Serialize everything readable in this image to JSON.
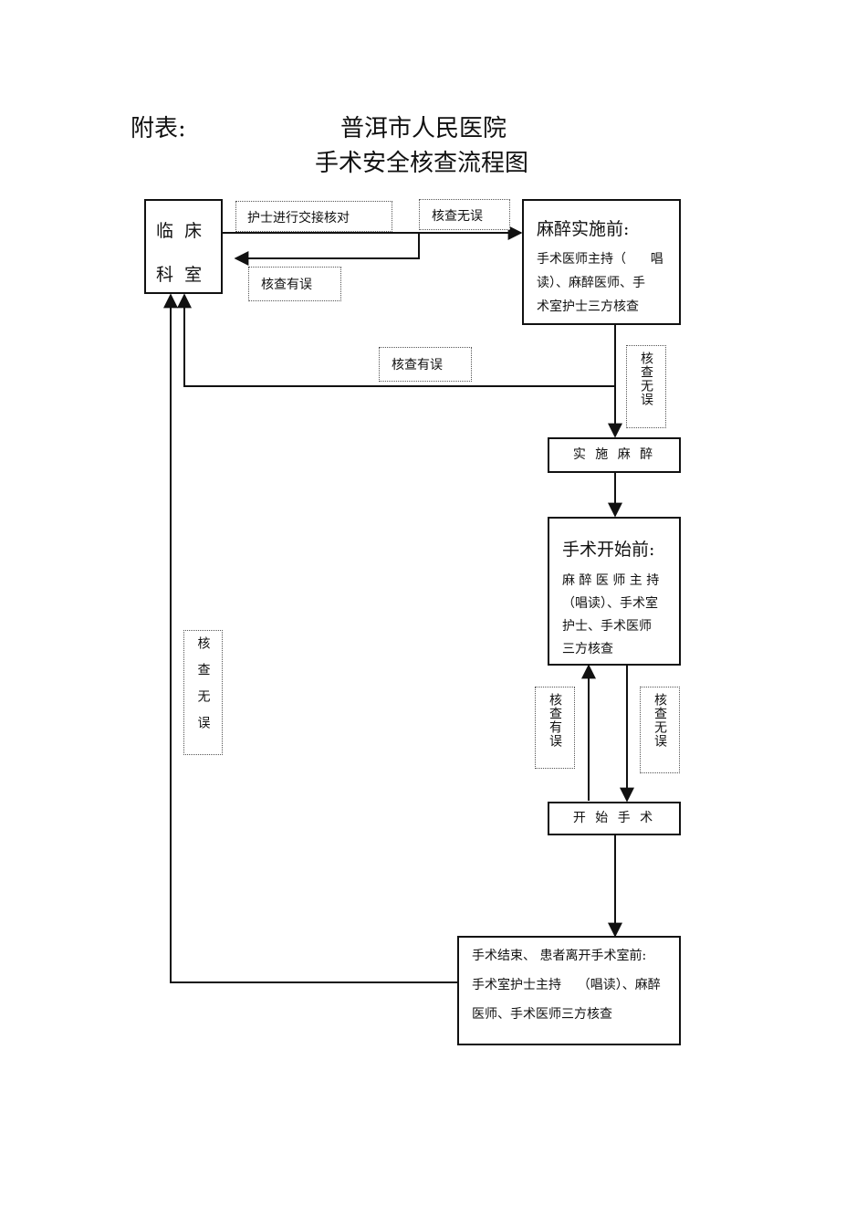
{
  "header": {
    "prefix": "附表:",
    "hospital": "普洱市人民医院",
    "title": "手术安全核查流程图"
  },
  "nodes": {
    "clinical_dept": {
      "line1": "临  床",
      "line2": "科  室"
    },
    "pre_anesthesia": {
      "title": "麻醉实施前:",
      "line1": "手术医师主持（      唱",
      "line2": "读）、麻醉医师、手",
      "line3": "术室护士三方核查"
    },
    "anesthesia": {
      "label": "实 施 麻 醉"
    },
    "pre_surgery": {
      "title": "手术开始前:",
      "line1": "麻 醉 医 师 主 持",
      "line2": "（唱读）、手术室",
      "line3": "护士、手术医师",
      "line4": "三方核查"
    },
    "surgery_start": {
      "label": "开 始 手 术"
    },
    "post_surgery": {
      "line1": "手术结束、 患者离开手术室前:",
      "line2": "手术室护士主持    （唱读）、麻醉",
      "line3": "医师、手术医师三方核查"
    }
  },
  "edge_labels": {
    "nurse_handover": "护士进行交接核对",
    "ok_top": "核查无误",
    "error_top": "核查有误",
    "error_mid": "核查有误",
    "ok_right": "核查无误",
    "ok_left": "核查无误",
    "error_surgery": "核查有误",
    "ok_surgery": "核查无误"
  }
}
